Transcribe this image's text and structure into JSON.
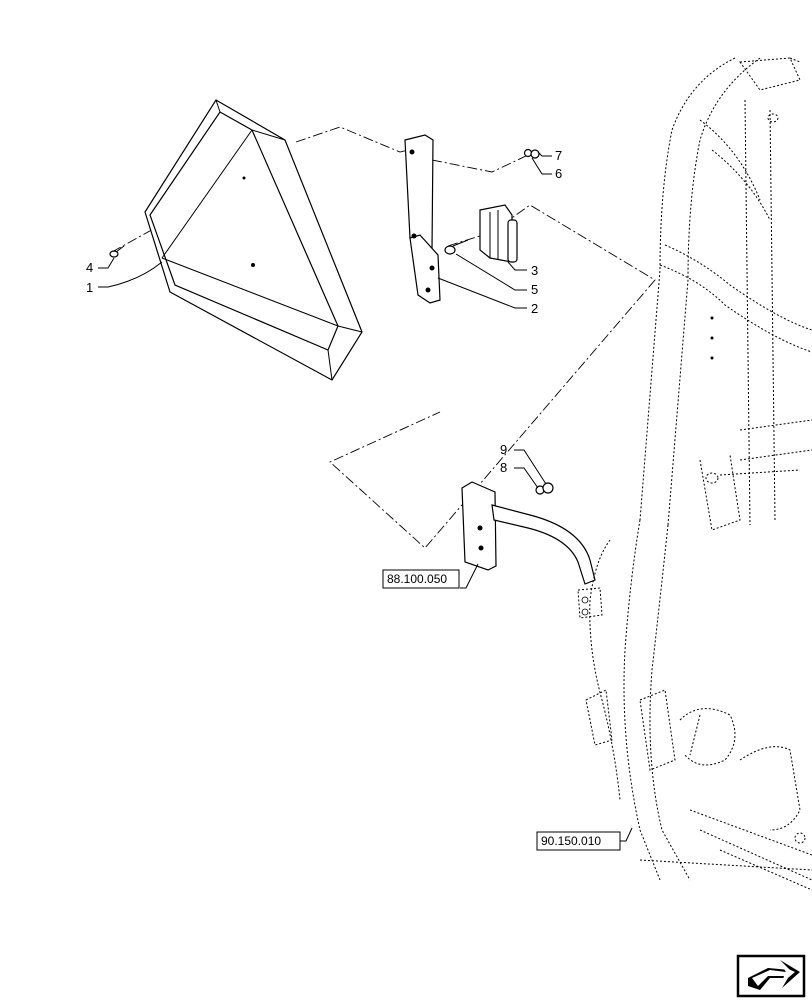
{
  "callouts": {
    "c1": "1",
    "c2": "2",
    "c3": "3",
    "c4": "4",
    "c5": "5",
    "c6": "6",
    "c7": "7",
    "c8": "8",
    "c9": "9"
  },
  "references": {
    "ref_bracket": "88.100.050",
    "ref_frame": "90.150.010"
  },
  "nav_icon": "next-page-arrow-icon"
}
